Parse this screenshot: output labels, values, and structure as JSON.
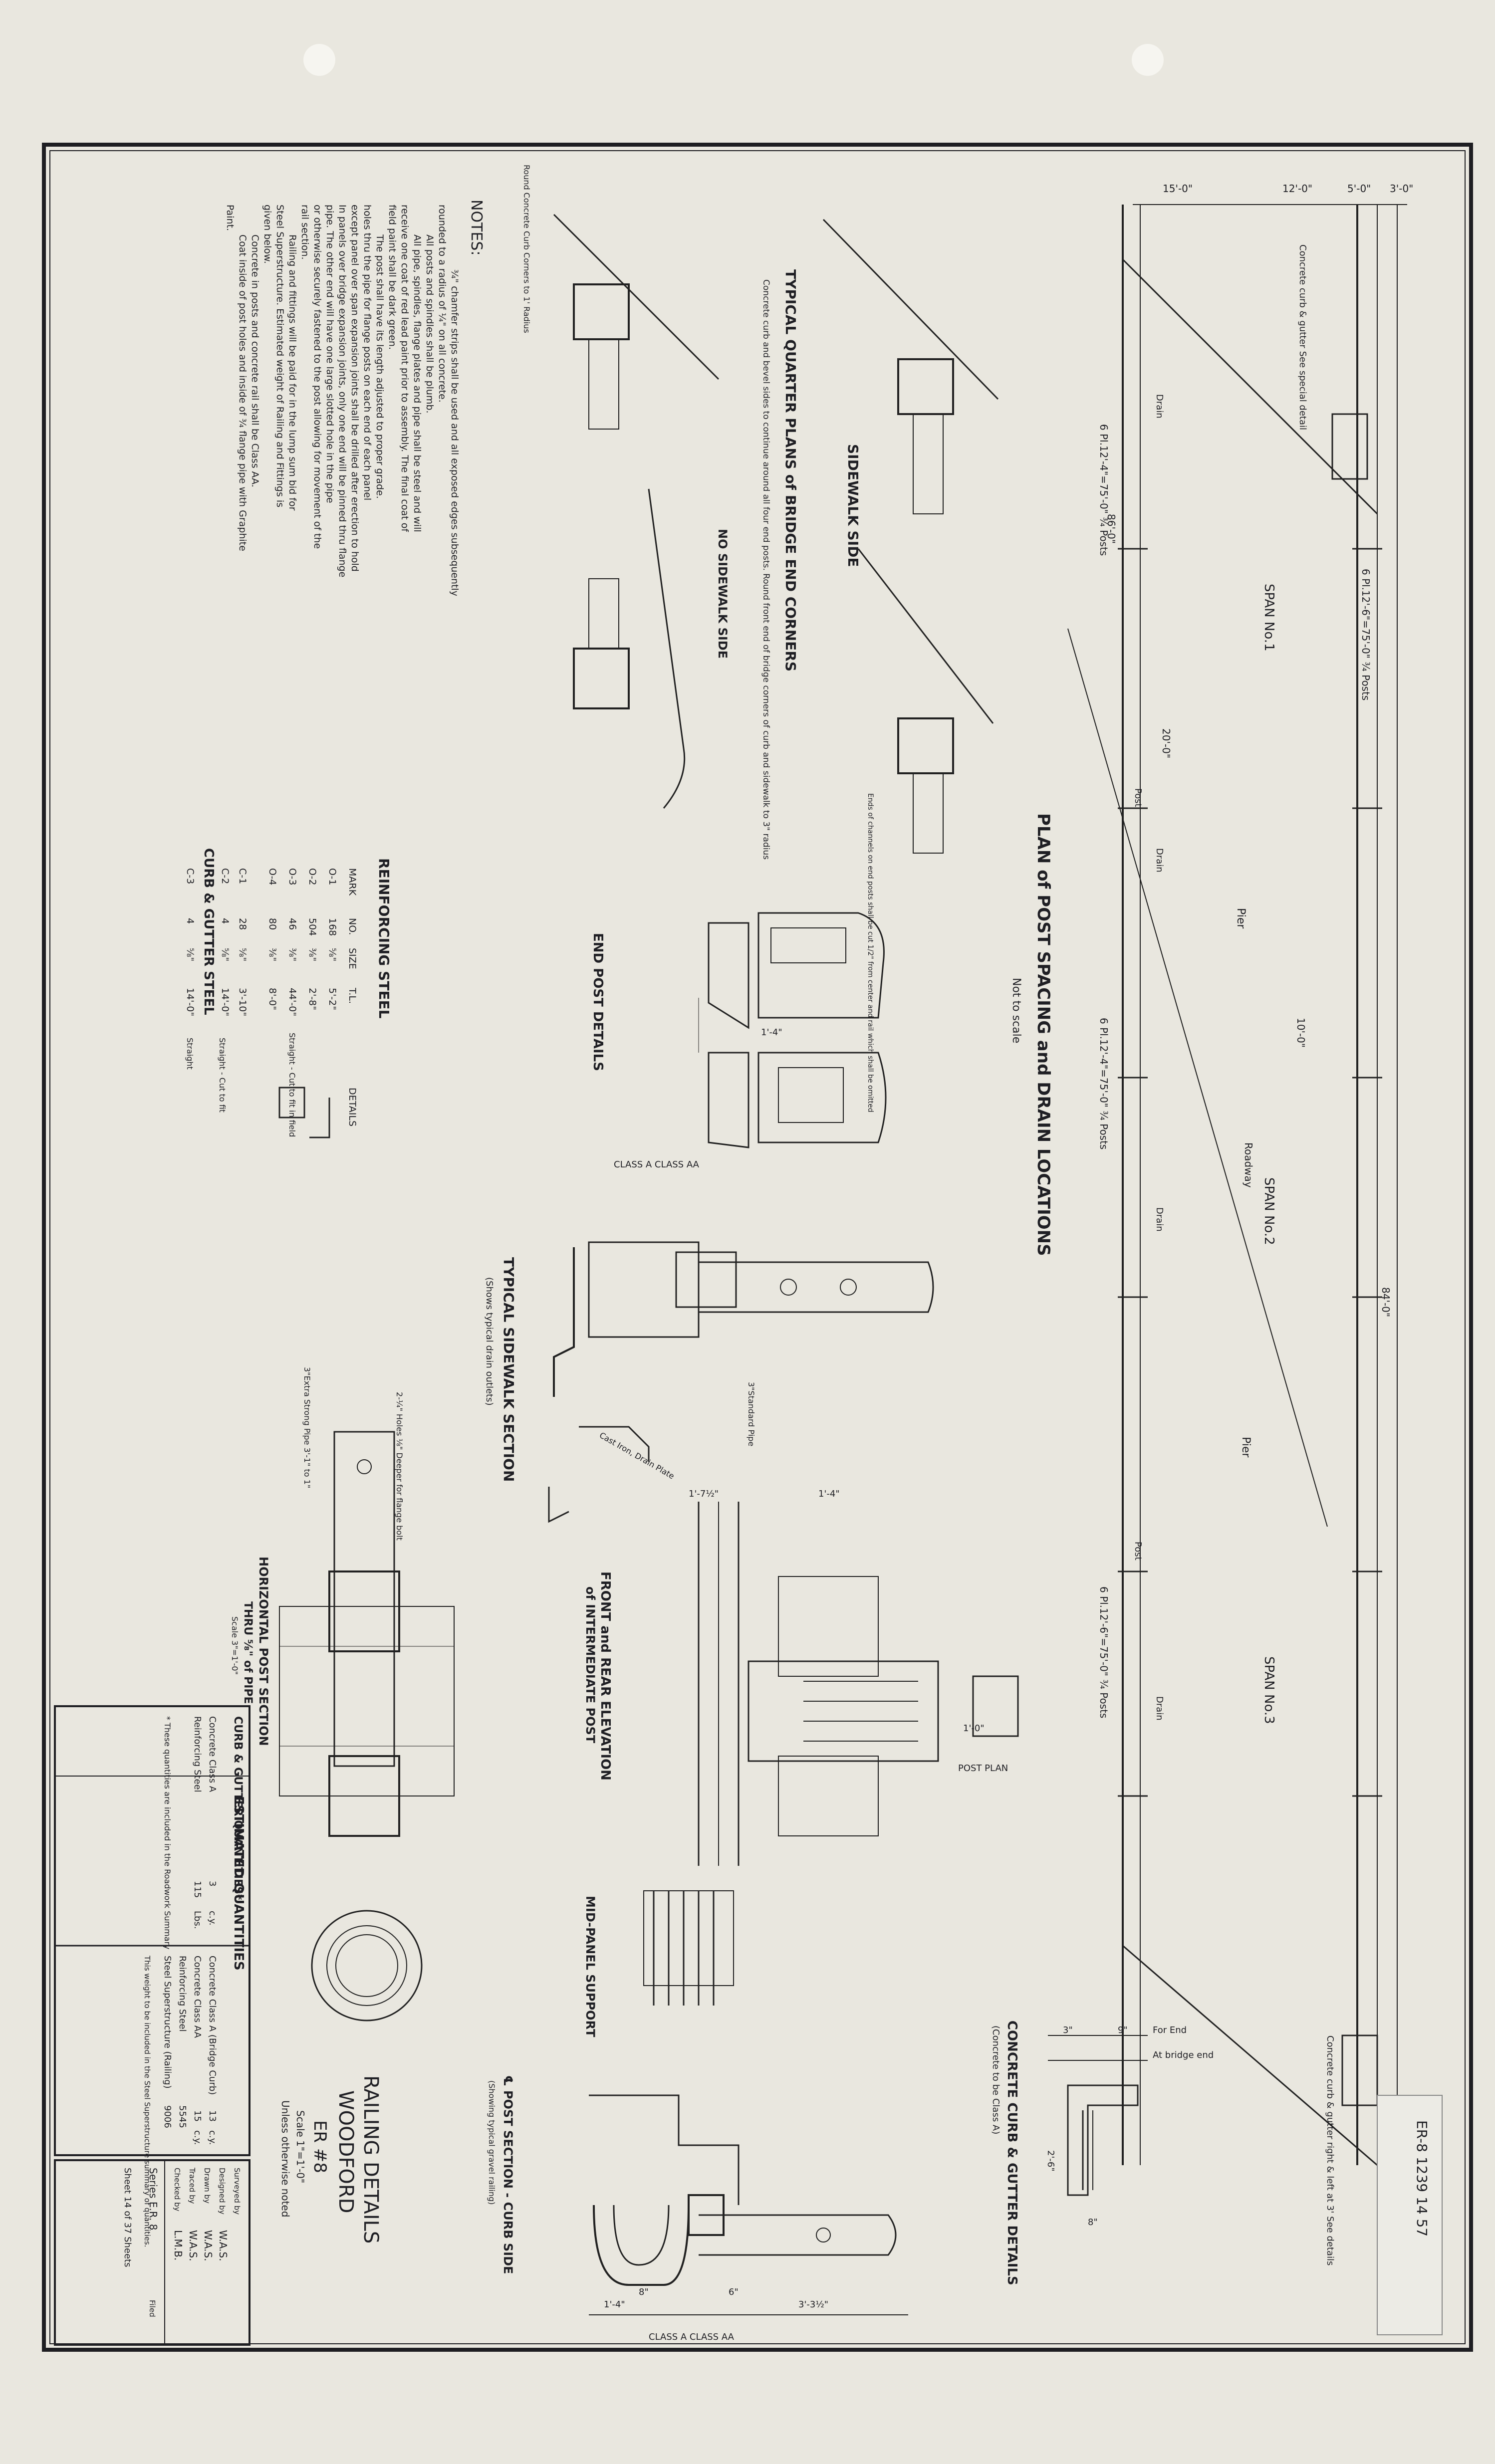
{
  "sheet": {
    "title_block": {
      "title": "RAILING DETAILS",
      "project": "WOODFORD",
      "number": "ER #8",
      "scale": "Scale 1\"=1'-0\"",
      "scale_note": "Unless otherwise noted",
      "surveyed_by": "Surveyed by",
      "designed_by": "Designed by",
      "designer": "W.A.S.",
      "drawn_by": "Drawn by",
      "drawer": "W.A.S.",
      "traced_by": "Traced by",
      "tracer": "W.A.S.",
      "checked_by": "Checked by",
      "checker": "L.M.B.",
      "series": "Series E.R. 8",
      "filed": "Filed",
      "sheet_no": "Sheet 14 of 37 Sheets"
    },
    "stamp": "ER-8 1239 14 57",
    "plan": {
      "title": "PLAN of POST SPACING and DRAIN LOCATIONS",
      "subtitle": "Not to scale",
      "top_dims": [
        "15'-0\"",
        "12'-0\"",
        "5'-0\"",
        "3'-0\""
      ],
      "span_labels": [
        "SPAN No.1",
        "SPAN No.2",
        "SPAN No.3"
      ],
      "roadway": "Roadway",
      "pier": "Pier",
      "segment_dims": [
        "6 Pl.12'-4\"=75'-0\" ¾ Posts",
        "6 Pl.12'-6\"=75'-0\" ¾ Posts",
        "6 Pl.12'-4\"=75'-0\" ¾ Posts",
        "6 Pl.12'-6\"=75'-0\" ¾ Posts"
      ],
      "drain_dims": [
        "20'-0\"",
        "10'-0\"",
        "86'-0\"",
        "84'-0\""
      ],
      "drain": "Drain",
      "post": "Post",
      "curb_note_1": "Concrete curb & gutter See special detail",
      "curb_note_2": "Concrete curb & gutter right & left at 3' See details"
    },
    "corners": {
      "sidewalk_side": "SIDEWALK SIDE",
      "title": "TYPICAL QUARTER PLANS of BRIDGE END CORNERS",
      "note": "Concrete curb and bevel sides to continue around all four end posts. Round front end of bridge corners of curb and sidewalk to 3\" radius",
      "no_sidewalk_side": "NO SIDEWALK SIDE",
      "round_corners": "Round Concrete Curb Corners to 1' Radius",
      "end_note": "Ends of channels on end posts shall be cut 1/2\" from center and rail which shall be omitted"
    },
    "notes": {
      "heading": "NOTES:",
      "lines": [
        "¾\" chamfer strips shall be used and all exposed edges subsequently",
        "rounded to a radius of ¼\" on all concrete.",
        "All posts and spindles shall be plumb.",
        "All pipe, spindles, flange plates and pipe shall be steel and will",
        "receive one coat of red lead paint prior to assembly. The final coat of",
        "field paint shall be dark green.",
        "The post shall have its length adjusted to proper grade.",
        "holes thru the pipe for flange posts on each end of each panel",
        "except panel over span expansion joints shall be drilled after erection to hold",
        "In panels over bridge expansion joints, only one end will be pinned thru flange",
        "pipe. The other end will have one large slotted hole in the pipe",
        "or otherwise securely fastened to the post allowing for movement of the",
        "rail section.",
        "Railing and fittings will be paid for in the lump sum bid for",
        "Steel Superstructure. Estimated weight of Railing and Fittings is",
        "given below.",
        "Concrete in posts and concrete rail shall be Class AA.",
        "Coat inside of post holes and inside of ¾ flange pipe with Graphite",
        "Paint."
      ]
    },
    "reinforcing": {
      "title": "REINFORCING STEEL",
      "headers": [
        "MARK",
        "NO.",
        "SIZE",
        "T.L.",
        "DETAILS"
      ],
      "rows": [
        [
          "O-1",
          "168",
          "⅝\"",
          "5'-2\""
        ],
        [
          "O-2",
          "504",
          "⅜\"",
          "2'-8\""
        ],
        [
          "O-3",
          "46",
          "⅜\"",
          "44'-0\""
        ],
        [
          "O-4",
          "80",
          "⅜\"",
          "8'-0\""
        ]
      ],
      "cut_note": "Straight - Cut to fit in field"
    },
    "curb_steel": {
      "title": "CURB & GUTTER STEEL",
      "rows": [
        [
          "C-1",
          "28",
          "⅝\"",
          "3'-10\""
        ],
        [
          "C-2",
          "4",
          "⅝\"",
          "14'-0\""
        ],
        [
          "C-3",
          "4",
          "⅝\"",
          "14'-0\""
        ]
      ],
      "straight": "Straight",
      "cut_note": "Straight - Cut to fit"
    },
    "end_post": {
      "title": "END POST DETAILS",
      "class_labels": "CLASS A   CLASS AA",
      "dim": "1'-4\""
    },
    "typical_sidewalk": {
      "title": "TYPICAL SIDEWALK SECTION",
      "subtitle": "(Shows typical drain outlets)",
      "note": "Cast Iron, Drain Plate"
    },
    "horizontal_post": {
      "title": "HORIZONTAL POST SECTION",
      "subtitle": "THRU ⅝\" of PIPE",
      "scale": "Scale 3\"=1'-0\"",
      "note1": "3\"Extra Strong Pipe 3'-1\" to 1\"",
      "note2": "2-¼\" Holes ⅛\" Deeper for flange bolt"
    },
    "front_rear": {
      "title": "FRONT and REAR ELEVATION",
      "subtitle": "of INTERMEDIATE POST",
      "dims": [
        "1'-7½\"",
        "1'-4\"",
        "1'-0\""
      ],
      "pipe_note": "3\"Standard Pipe",
      "post_plan": "POST PLAN"
    },
    "mid_panel": {
      "title": "MID-PANEL SUPPORT"
    },
    "post_section": {
      "title": "℄ POST SECTION - CURB SIDE",
      "subtitle": "(Showing typical gravel railing)",
      "class_labels": "CLASS A   CLASS AA",
      "dims": [
        "1'-4\"",
        "3'-3½\"",
        "8\"",
        "6\""
      ]
    },
    "curb_gutter": {
      "title": "CONCRETE CURB & GUTTER DETAILS",
      "subtitle": "(Concrete to be Class A)",
      "for_end": "For End",
      "at_bridge_end": "At bridge end",
      "dims": [
        "2'-6\"",
        "8\"",
        "9\"",
        "3\""
      ]
    },
    "quantities": {
      "title": "ESTIMATED QUANTITIES",
      "left_title": "CURB & GUTTER QUANTITIES*",
      "left_rows": [
        [
          "Concrete Class A",
          "3",
          "c.y."
        ],
        [
          "Reinforcing Steel",
          "115",
          "Lbs."
        ]
      ],
      "right_rows": [
        [
          "Concrete Class A (Bridge Curb)",
          "13",
          "c.y."
        ],
        [
          "Concrete Class AA",
          "15",
          "c.y."
        ],
        [
          "Reinforcing Steel",
          "5545",
          "Lbs."
        ],
        [
          "Steel Superstructure (Railing)",
          "9006",
          "Lbs."
        ]
      ],
      "left_note": "* These quantities are included in the Roadwork Summary",
      "right_note": "This weight to be included in the Steel Superstructure summary of quantities."
    }
  }
}
